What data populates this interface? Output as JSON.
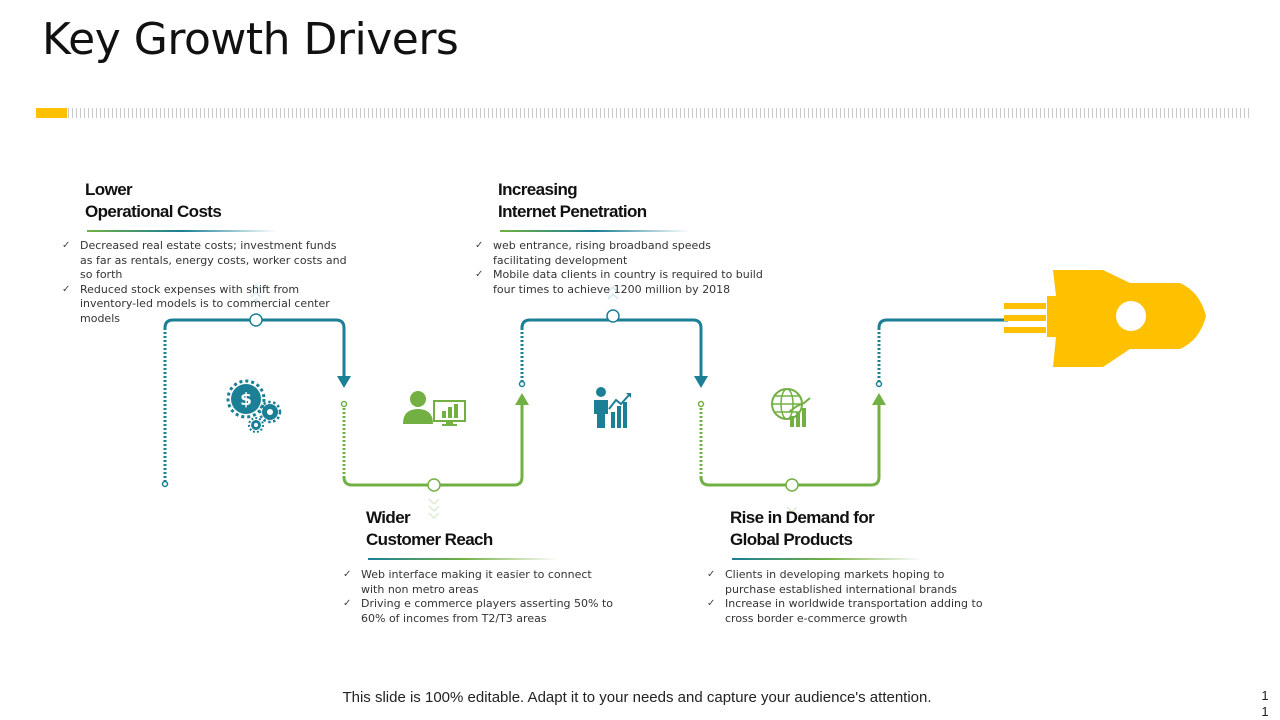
{
  "title": "Key Growth Drivers",
  "colors": {
    "accent": "#FFC000",
    "teal": "#1B7F96",
    "green": "#72B043",
    "rocket": "#FFC000"
  },
  "cards": [
    {
      "heading_line1": "Lower",
      "heading_line2": "Operational Costs",
      "bullets": [
        "Decreased real estate costs; investment funds as far as rentals, energy costs, worker costs and so forth",
        "Reduced stock expenses with shift from  inventory-led models is to commercial center models"
      ],
      "icon": "gears-dollar-icon"
    },
    {
      "heading_line1": "Wider",
      "heading_line2": "Customer Reach",
      "bullets": [
        "Web interface making it easier to connect with non metro areas",
        "Driving e commerce players asserting 50% to 60% of incomes from T2/T3 areas"
      ],
      "icon": "person-monitor-chart-icon"
    },
    {
      "heading_line1": "Increasing",
      "heading_line2": "Internet Penetration",
      "bullets": [
        "web entrance, rising broadband speeds facilitating development",
        "Mobile data clients in country is required to build four times to achieve 1200 million by 2018"
      ],
      "icon": "person-growth-chart-icon"
    },
    {
      "heading_line1": "Rise in Demand for",
      "heading_line2": "Global Products",
      "bullets": [
        "Clients in developing markets hoping to purchase established international brands",
        "Increase in worldwide transportation adding to cross border e-commerce growth"
      ],
      "icon": "globe-chart-icon"
    }
  ],
  "rocket_icon": "rocket-icon",
  "footer": "This slide is 100% editable. Adapt it to your needs and capture your audience's attention.",
  "page_number": "11"
}
